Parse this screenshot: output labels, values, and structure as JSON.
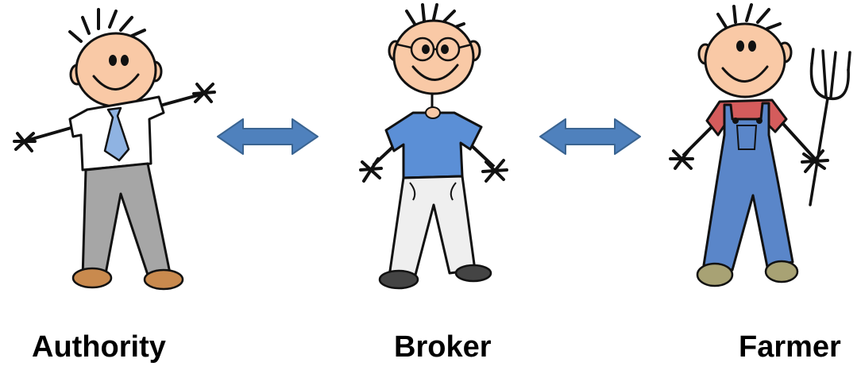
{
  "roles": [
    {
      "id": "authority",
      "label": "Authority"
    },
    {
      "id": "broker",
      "label": "Broker"
    },
    {
      "id": "farmer",
      "label": "Farmer"
    }
  ],
  "connectors": [
    {
      "from": "authority",
      "to": "broker",
      "type": "double-arrow"
    },
    {
      "from": "broker",
      "to": "farmer",
      "type": "double-arrow"
    }
  ],
  "colors": {
    "skin": "#f9c9a6",
    "outline": "#111111",
    "arrow": "#4f81bd",
    "arrow_stroke": "#3a6491",
    "shirt_white": "#ffffff",
    "tie": "#8fb3e2",
    "pants_grey": "#a6a6a6",
    "shoes_brown": "#c98a4e",
    "broker_shirt": "#5b8fd6",
    "broker_pants": "#efefef",
    "broker_shoes": "#444444",
    "overalls": "#5a86c9",
    "farmer_shirt": "#d45c5c",
    "boots_khaki": "#a8a274"
  }
}
